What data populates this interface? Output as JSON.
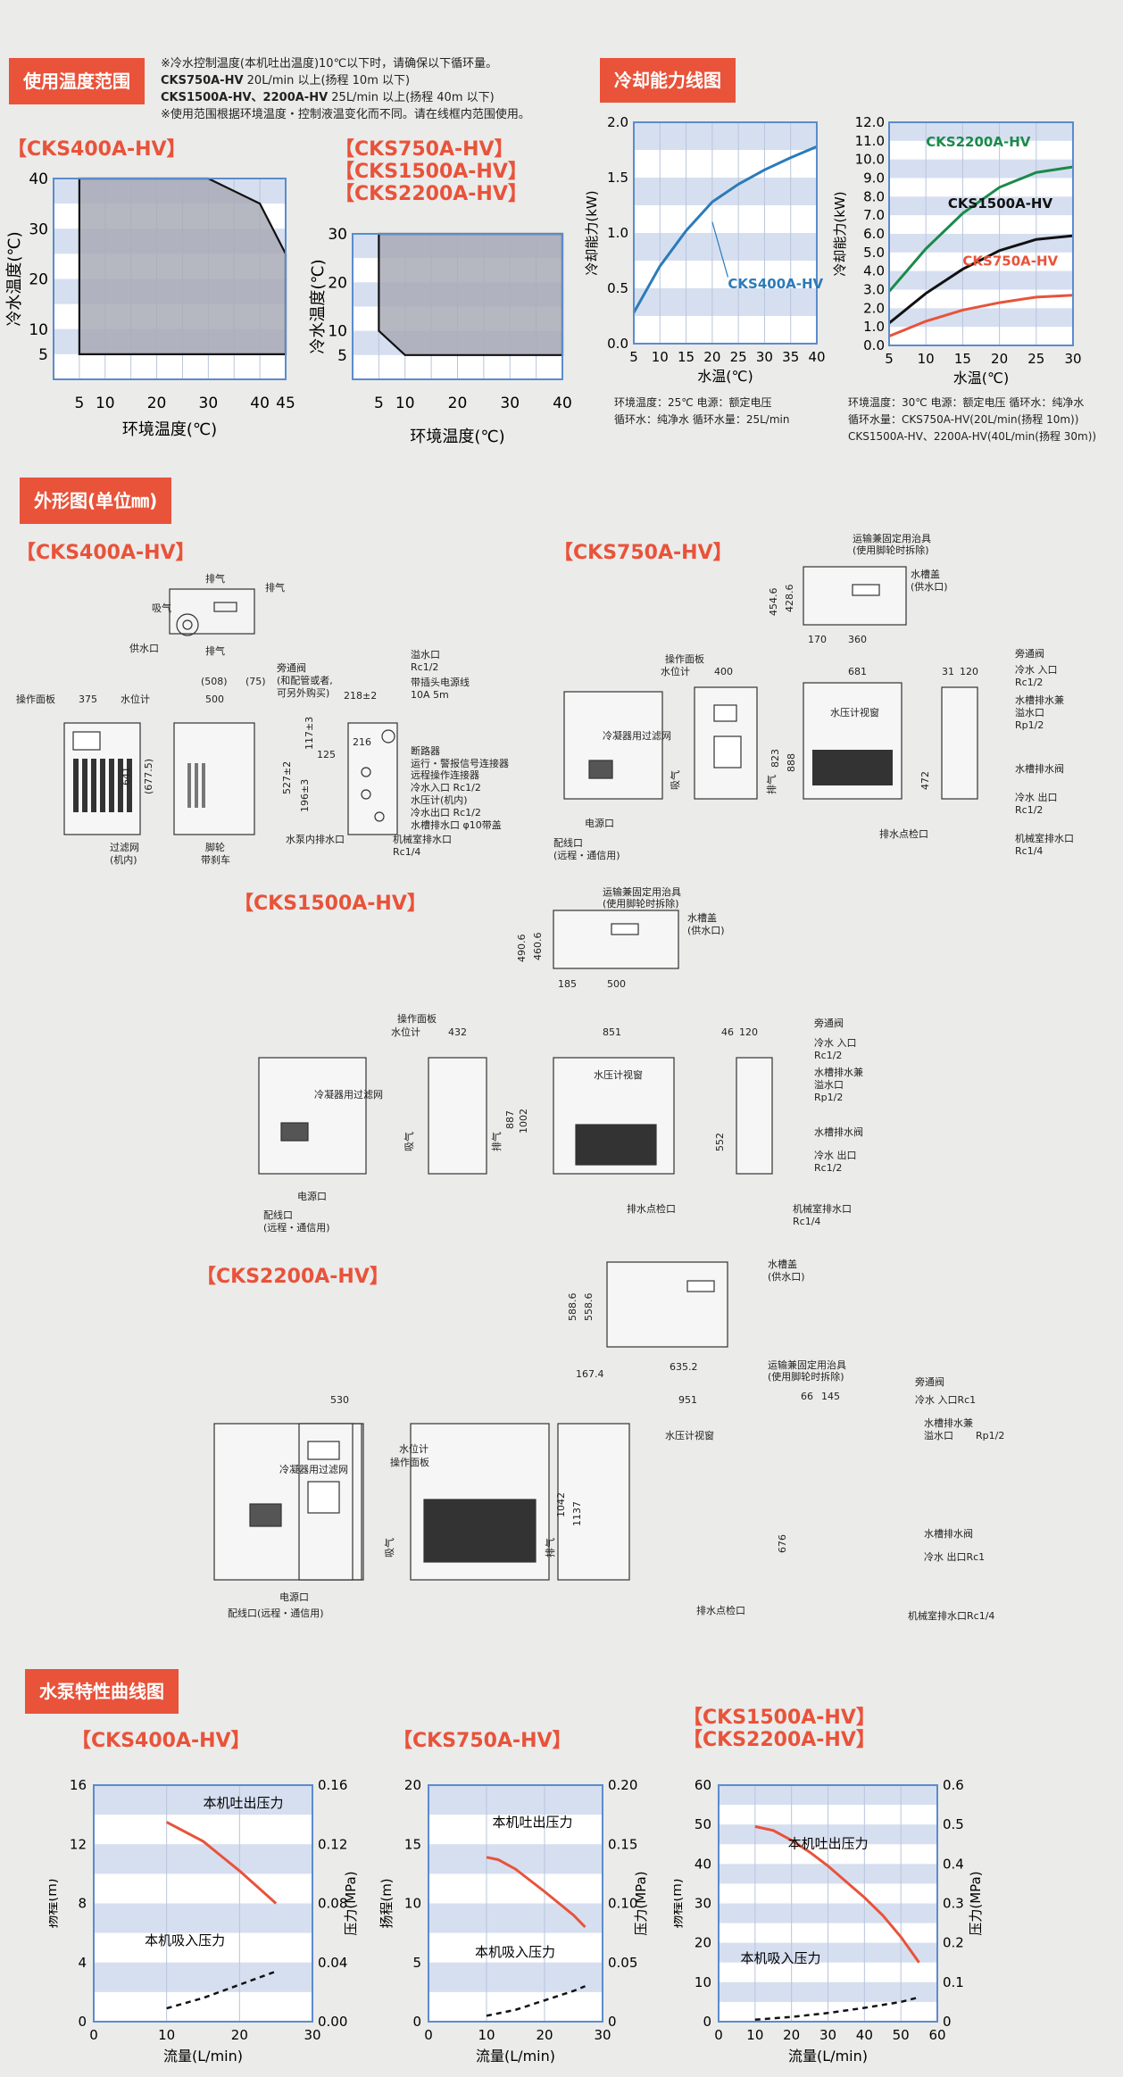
{
  "colors": {
    "accent": "#e8533a",
    "band": "#d6dff0",
    "frame": "#5b8ccc",
    "gray_area": "#a9abb6",
    "blue_line": "#2b7bb9",
    "green_line": "#1a8a4a",
    "black_line": "#111111",
    "red_line": "#e8533a"
  },
  "sections": {
    "temp_range": "使用温度范围",
    "cooling": "冷却能力线图",
    "outline": "外形图(单位㎜)",
    "pump": "水泵特性曲线图"
  },
  "temp_notes": {
    "line1": "※冷水控制温度(本机吐出温度)10℃以下时，请确保以下循环量。",
    "line2_model": "CKS750A-HV",
    "line2_text": " 20L/min 以上(扬程 10m 以下)",
    "line3_model": "CKS1500A-HV、2200A-HV",
    "line3_text": " 25L/min 以上(扬程 40m 以下)",
    "line4": "※使用范围根据环境温度・控制液温变化而不同。请在线框内范围使用。"
  },
  "temp_charts": {
    "left_title": "【CKS400A-HV】",
    "right_titles": [
      "【CKS750A-HV】",
      "【CKS1500A-HV】",
      "【CKS2200A-HV】"
    ],
    "ylabel": "冷水温度(℃)",
    "xlabel": "环境温度(℃)"
  },
  "cooling_notes": {
    "left_line1": "环境温度：25℃  电源：额定电压",
    "left_line2": "循环水：纯净水  循环水量：25L/min",
    "right_line1": "环境温度：30℃  电源：额定电压   循环水：纯净水",
    "right_line2": "循环水量：CKS750A-HV(20L/min(扬程 10m))",
    "right_line3": "CKS1500A-HV、2200A-HV(40L/min(扬程 30m))"
  },
  "outline_titles": {
    "m400": "【CKS400A-HV】",
    "m750": "【CKS750A-HV】",
    "m1500": "【CKS1500A-HV】",
    "m2200": "【CKS2200A-HV】"
  },
  "pump_titles": {
    "m400": "【CKS400A-HV】",
    "m750": "【CKS750A-HV】",
    "m1500_l1": "【CKS1500A-HV】",
    "m1500_l2": "【CKS2200A-HV】"
  },
  "chart_data": [
    {
      "type": "area",
      "title": "【CKS400A-HV】",
      "xlabel": "环境温度(℃)",
      "ylabel": "冷水温度(℃)",
      "xlim": [
        0,
        45
      ],
      "ylim": [
        0,
        40
      ],
      "x_ticks": [
        5,
        10,
        20,
        30,
        40,
        45
      ],
      "y_ticks": [
        5,
        10,
        20,
        30,
        40
      ],
      "region": [
        [
          5,
          5
        ],
        [
          5,
          40
        ],
        [
          30,
          40
        ],
        [
          40,
          35
        ],
        [
          45,
          25
        ],
        [
          45,
          5
        ]
      ]
    },
    {
      "type": "area",
      "title": "【CKS750A-HV】【CKS1500A-HV】【CKS2200A-HV】",
      "xlabel": "环境温度(℃)",
      "ylabel": "冷水温度(℃)",
      "xlim": [
        0,
        40
      ],
      "ylim": [
        0,
        30
      ],
      "x_ticks": [
        5,
        10,
        20,
        30,
        40
      ],
      "y_ticks": [
        5,
        10,
        20,
        30
      ],
      "region": [
        [
          5,
          5
        ],
        [
          5,
          10
        ],
        [
          10,
          5
        ]
      ],
      "region_full": [
        [
          5,
          10
        ],
        [
          5,
          30
        ],
        [
          40,
          30
        ],
        [
          40,
          5
        ],
        [
          10,
          5
        ]
      ]
    },
    {
      "type": "line",
      "xlabel": "水温(℃)",
      "ylabel": "冷却能力(kW)",
      "xlim": [
        5,
        40
      ],
      "ylim": [
        0,
        2.0
      ],
      "x_ticks": [
        5,
        10,
        15,
        20,
        25,
        30,
        35,
        40
      ],
      "y_ticks": [
        0.0,
        0.5,
        1.0,
        1.5,
        2.0
      ],
      "series": [
        {
          "name": "CKS400A-HV",
          "x": [
            5,
            10,
            15,
            20,
            25,
            30,
            35,
            40
          ],
          "y": [
            0.28,
            0.7,
            1.02,
            1.28,
            1.44,
            1.57,
            1.68,
            1.78
          ]
        }
      ]
    },
    {
      "type": "line",
      "xlabel": "水温(℃)",
      "ylabel": "冷却能力(kW)",
      "xlim": [
        5,
        30
      ],
      "ylim": [
        0,
        12.0
      ],
      "x_ticks": [
        5,
        10,
        15,
        20,
        25,
        30
      ],
      "y_ticks": [
        0,
        1.0,
        2.0,
        3.0,
        4.0,
        5.0,
        6.0,
        7.0,
        8.0,
        9.0,
        10.0,
        11.0,
        12.0
      ],
      "series": [
        {
          "name": "CKS2200A-HV",
          "x": [
            5,
            10,
            15,
            20,
            25,
            30
          ],
          "y": [
            2.9,
            5.2,
            7.1,
            8.5,
            9.3,
            9.6
          ]
        },
        {
          "name": "CKS1500A-HV",
          "x": [
            5,
            10,
            15,
            20,
            25,
            30
          ],
          "y": [
            1.2,
            2.8,
            4.1,
            5.1,
            5.7,
            5.9
          ]
        },
        {
          "name": "CKS750A-HV",
          "x": [
            5,
            10,
            15,
            20,
            25,
            30
          ],
          "y": [
            0.5,
            1.3,
            1.9,
            2.3,
            2.6,
            2.7
          ]
        }
      ]
    },
    {
      "type": "line",
      "title": "【CKS400A-HV】",
      "xlabel": "流量(L/min)",
      "ylabel": "扬程(m)",
      "y2label": "压力(MPa)",
      "xlim": [
        0,
        30
      ],
      "ylim": [
        0,
        16
      ],
      "y2lim": [
        0,
        0.16
      ],
      "x_ticks": [
        0,
        10,
        20,
        30
      ],
      "y_ticks": [
        0,
        4,
        8,
        12,
        16
      ],
      "y2_ticks": [
        "0.00",
        "0.04",
        "0.08",
        "0.12",
        "0.16"
      ],
      "series": [
        {
          "name": "本机吐出压力",
          "x": [
            10,
            15,
            20,
            25
          ],
          "y": [
            13.5,
            12.2,
            10.2,
            8.0
          ]
        },
        {
          "name": "本机吸入压力",
          "x": [
            10,
            15,
            20,
            25
          ],
          "y": [
            0.9,
            1.6,
            2.5,
            3.4
          ],
          "dashed": true
        }
      ]
    },
    {
      "type": "line",
      "title": "【CKS750A-HV】",
      "xlabel": "流量(L/min)",
      "ylabel": "扬程(m)",
      "y2label": "压力(MPa)",
      "xlim": [
        0,
        30
      ],
      "ylim": [
        0,
        20
      ],
      "y2lim": [
        0,
        0.2
      ],
      "x_ticks": [
        0,
        10,
        20,
        30
      ],
      "y_ticks": [
        0,
        5,
        10,
        15,
        20
      ],
      "y2_ticks": [
        "0",
        "0.05",
        "0.10",
        "0.15",
        "0.20"
      ],
      "series": [
        {
          "name": "本机吐出压力",
          "x": [
            10,
            12,
            15,
            20,
            25,
            27
          ],
          "y": [
            13.9,
            13.7,
            12.9,
            11.0,
            9.0,
            8.0
          ]
        },
        {
          "name": "本机吸入压力",
          "x": [
            10,
            15,
            20,
            25,
            27
          ],
          "y": [
            0.5,
            1.0,
            1.8,
            2.6,
            3.0
          ],
          "dashed": true
        }
      ]
    },
    {
      "type": "line",
      "title": "【CKS1500A-HV】【CKS2200A-HV】",
      "xlabel": "流量(L/min)",
      "ylabel": "扬程(m)",
      "y2label": "压力(MPa)",
      "xlim": [
        0,
        60
      ],
      "ylim": [
        0,
        60
      ],
      "y2lim": [
        0,
        0.6
      ],
      "x_ticks": [
        0,
        10,
        20,
        30,
        40,
        50,
        60
      ],
      "y_ticks": [
        0,
        10,
        20,
        30,
        40,
        50,
        60
      ],
      "y2_ticks": [
        "0",
        "0.1",
        "0.2",
        "0.3",
        "0.4",
        "0.5",
        "0.6"
      ],
      "series": [
        {
          "name": "本机吐出压力",
          "x": [
            10,
            15,
            20,
            25,
            30,
            35,
            40,
            45,
            50,
            55
          ],
          "y": [
            49.5,
            48.5,
            46,
            43,
            39.5,
            35.5,
            31.5,
            27,
            21.5,
            15
          ]
        },
        {
          "name": "本机吸入压力",
          "x": [
            10,
            20,
            30,
            40,
            50,
            55
          ],
          "y": [
            0.5,
            1.2,
            2.2,
            3.5,
            5.0,
            6.2
          ],
          "dashed": true
        }
      ]
    }
  ],
  "labels": {
    "discharge": "本机吐出压力",
    "suction": "本机吸入压力",
    "cks400": "CKS400A-HV",
    "cks2200": "CKS2200A-HV",
    "cks1500": "CKS1500A-HV",
    "cks750": "CKS750A-HV"
  },
  "d400": {
    "exhaust": "排气",
    "intake": "吸气",
    "supply": "供水口",
    "panel": "操作面板",
    "level": "水位计",
    "w375": "375",
    "w508": "(508)",
    "w500": "500",
    "w75": "(75)",
    "h641": "641",
    "h677": "(677.5)",
    "filter": "过滤网",
    "filter2": "(机内)",
    "caster": "脚轮",
    "caster2": "带刹车",
    "bypass": "旁通阀",
    "bypass2": "(和配管或者,",
    "bypass3": "可另外购买)",
    "d218": "218±2",
    "d216": "216",
    "d117": "117±3",
    "d125": "125",
    "d527": "527±2",
    "d196": "196±3",
    "overflow": "溢水口",
    "rc12": "Rc1/2",
    "plug": "带插头电源线",
    "plug2": "10A 5m",
    "breaker": "断路器",
    "alarm": "运行・警报信号连接器",
    "remote": "远程操作连接器",
    "win": "冷水入口 Rc1/2",
    "gauge": "水压计(机内)",
    "wout": "冷水出口 Rc1/2",
    "drain": "水槽排水口 φ10带盖",
    "pumpdrain": "水泵内排水口",
    "machdrain": "机械室排水口",
    "rc14": "Rc1/4"
  },
  "d750": {
    "transport": "运输兼固定用治具",
    "transport2": "(使用脚轮时拆除)",
    "tankcap": "水槽盖",
    "tankcap2": "(供水口)",
    "h4546": "454.6",
    "h4286": "428.6",
    "w170": "170",
    "w360": "360",
    "panel": "操作面板",
    "level": "水位计",
    "w400": "400",
    "w681": "681",
    "w31": "31",
    "w120": "120",
    "filter": "冷凝器用过滤网",
    "window": "水压计视窗",
    "h823": "823",
    "h888": "888",
    "h472": "472",
    "intake": "吸气",
    "exhaust": "排气",
    "power": "电源口",
    "wiring": "配线口",
    "wiring2": "(远程・通信用)",
    "draincheck": "排水点检口",
    "bypass": "旁通阀",
    "win": "冷水 入口",
    "rc12": "Rc1/2",
    "tankdrain": "水槽排水兼",
    "overflow": "溢水口",
    "rp12": "Rp1/2",
    "drainvalve": "水槽排水阀",
    "wout": "冷水 出口",
    "machdrain": "机械室排水口",
    "rc14": "Rc1/4"
  },
  "d1500": {
    "transport": "运输兼固定用治具",
    "transport2": "(使用脚轮时拆除)",
    "tankcap": "水槽盖",
    "tankcap2": "(供水口)",
    "h4906": "490.6",
    "h4606": "460.6",
    "w185": "185",
    "w500": "500",
    "panel": "操作面板",
    "level": "水位计",
    "w432": "432",
    "w851": "851",
    "w46": "46",
    "w120": "120",
    "filter": "冷凝器用过滤网",
    "window": "水压计视窗",
    "h887": "887",
    "h1002": "1002",
    "h552": "552",
    "intake": "吸气",
    "exhaust": "排气",
    "power": "电源口",
    "wiring": "配线口",
    "wiring2": "(远程・通信用)",
    "draincheck": "排水点检口",
    "bypass": "旁通阀",
    "win": "冷水 入口",
    "rc12": "Rc1/2",
    "tankdrain": "水槽排水兼",
    "overflow": "溢水口",
    "rp12": "Rp1/2",
    "drainvalve": "水槽排水阀",
    "wout": "冷水 出口",
    "machdrain": "机械室排水口",
    "rc14": "Rc1/4"
  },
  "d2200": {
    "tankcap": "水槽盖",
    "tankcap2": "(供水口)",
    "h5886a": "588.6",
    "h5886b": "558.6",
    "w1674": "167.4",
    "w6352": "635.2",
    "transport": "运输兼固定用治具",
    "transport2": "(使用脚轮时拆除)",
    "w530": "530",
    "w951": "951",
    "w66": "66",
    "w145": "145",
    "filter": "冷凝器用过滤网",
    "level": "水位计",
    "panel": "操作面板",
    "window": "水压计视窗",
    "h1042": "1042",
    "h1137": "1137",
    "h676": "676",
    "intake": "吸气",
    "exhaust": "排气",
    "power": "电源口",
    "wiring": "配线口(远程・通信用)",
    "draincheck": "排水点检口",
    "bypass": "旁通阀",
    "win": "冷水 入口Rc1",
    "tankdrain": "水槽排水兼",
    "overflow": "溢水口",
    "rp12": "Rp1/2",
    "drainvalve": "水槽排水阀",
    "wout": "冷水 出口Rc1",
    "machdrain": "机械室排水口Rc1/4"
  }
}
